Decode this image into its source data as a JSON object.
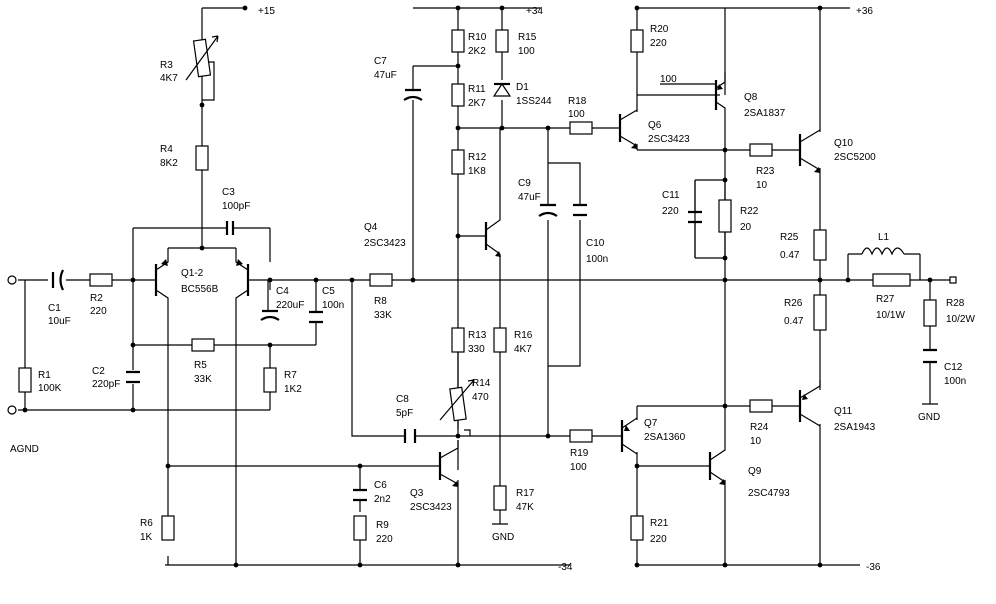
{
  "labels": {
    "vplus15": "+15",
    "vplus34": "+34",
    "vplus36": "+36",
    "vminus34": "-34",
    "vminus36": "-36",
    "agnd": "AGND",
    "gnd_out": "GND",
    "gnd_r17": "GND",
    "r1": "R1",
    "r1v": "100K",
    "c1": "C1",
    "c1v": "10uF",
    "r2": "R2",
    "r2v": "220",
    "c2": "C2",
    "c2v": "220pF",
    "q12": "Q1-2",
    "q12v": "BC556B",
    "r3": "R3",
    "r3v": "4K7",
    "r4": "R4",
    "r4v": "8K2",
    "c3": "C3",
    "c3v": "100pF",
    "r5": "R5",
    "r5v": "33K",
    "r6": "R6",
    "r6v": "1K",
    "r7": "R7",
    "r7v": "1K2",
    "c4": "C4",
    "c4v": "220uF",
    "c5": "C5",
    "c5v": "100n",
    "r8": "R8",
    "r8v": "33K",
    "q4": "Q4",
    "q4v": "2SC3423",
    "c7": "C7",
    "c7v": "47uF",
    "r10": "R10",
    "r10v": "2K2",
    "r11": "R11",
    "r11v": "2K7",
    "r12": "R12",
    "r12v": "1K8",
    "r13": "R13",
    "r13v": "330",
    "r14": "R14",
    "r14v": "470",
    "r15": "R15",
    "r15v": "100",
    "d1": "D1",
    "d1v": "1SS244",
    "r16": "R16",
    "r16v": "4K7",
    "r17": "R17",
    "r17v": "47K",
    "c6": "C6",
    "c6v": "2n2",
    "r9": "R9",
    "r9v": "220",
    "q3": "Q3",
    "q3v": "2SC3423",
    "c8": "C8",
    "c8v": "5pF",
    "c9": "C9",
    "c9v": "47uF",
    "c10": "C10",
    "c10v": "100n",
    "r18": "R18",
    "r18v": "100",
    "r19": "R19",
    "r19v": "100",
    "q6": "Q6",
    "q6v": "2SC3423",
    "q7": "Q7",
    "q7v": "2SA1360",
    "r20": "R20",
    "r20v": "220",
    "r21": "R21",
    "r21v": "220",
    "q8_r": "100",
    "q8": "Q8",
    "q8v": "2SA1837",
    "q9": "Q9",
    "q9v": "2SC4793",
    "c11": "C11",
    "c11v": "220",
    "r22": "R22",
    "r22v": "20",
    "r23": "R23",
    "r23v": "10",
    "r24": "R24",
    "r24v": "10",
    "q10": "Q10",
    "q10v": "2SC5200",
    "q11": "Q11",
    "q11v": "2SA1943",
    "r25": "R25",
    "r25v": "0.47",
    "r26": "R26",
    "r26v": "0.47",
    "l1": "L1",
    "r27": "R27",
    "r27v": "10/1W",
    "r28": "R28",
    "r28v": "10/2W",
    "c12": "C12",
    "c12v": "100n"
  }
}
